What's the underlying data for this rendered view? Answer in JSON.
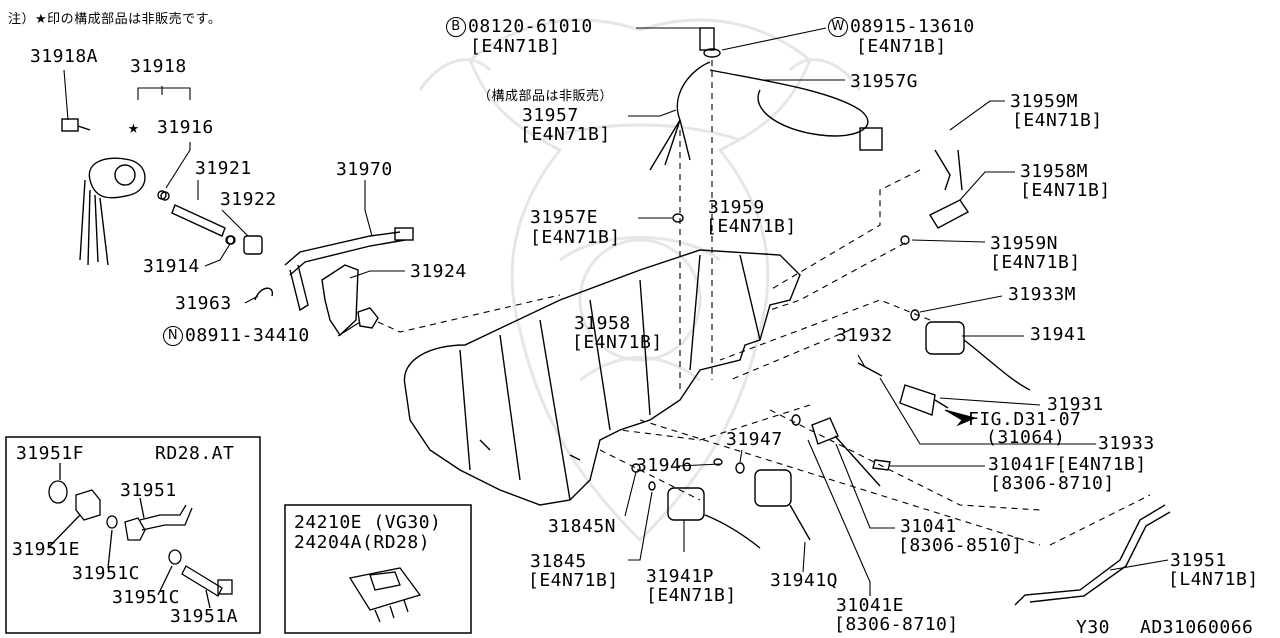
{
  "note": "注）★印の構成部品は非販売です。",
  "sub_note": "（構成部品は非販売）",
  "star": "★",
  "bolt_marks": {
    "B": "B",
    "W": "W",
    "N": "N"
  },
  "parts": {
    "p31918A": "31918A",
    "p31918": "31918",
    "p31916": "31916",
    "p31921": "31921",
    "p31922": "31922",
    "p31914": "31914",
    "p31970": "31970",
    "p31924": "31924",
    "p31963": "31963",
    "p08911": "08911-34410",
    "p08120": "08120-61010",
    "p08120_code": "[E4N71B]",
    "p08915": "08915-13610",
    "p08915_code": "[E4N71B]",
    "p31957G": "31957G",
    "p31957": "31957",
    "p31957_code": "[E4N71B]",
    "p31959M": "31959M",
    "p31959M_code": "[E4N71B]",
    "p31958M": "31958M",
    "p31958M_code": "[E4N71B]",
    "p31957E": "31957E",
    "p31957E_code": "[E4N71B]",
    "p31959": "31959",
    "p31959_code": "[E4N71B]",
    "p31959N": "31959N",
    "p31959N_code": "[E4N71B]",
    "p31933M": "31933M",
    "p31941": "31941",
    "p31932": "31932",
    "p31958": "31958",
    "p31958_code": "[E4N71B]",
    "p31931": "31931",
    "fig": "FIG.D31-07",
    "fig_code": "(31064)",
    "p31933": "31933",
    "p31947": "31947",
    "p31946": "31946",
    "p31041F": "31041F[E4N71B]",
    "p31041F_code": "[8306-8710]",
    "p31845N": "31845N",
    "p31041": "31041",
    "p31041_code": "[8306-8510]",
    "p31845": "31845",
    "p31845_code": "[E4N71B]",
    "p31941P": "31941P",
    "p31941P_code": "[E4N71B]",
    "p31941Q": "31941Q",
    "p31041E": "31041E",
    "p31041E_code": "[8306-8710]",
    "p31951": "31951",
    "p31951_code": "[L4N71B]",
    "footer_left": "Y30",
    "footer_right": "AD31060066"
  },
  "inset_rd28": {
    "title": "RD28.AT",
    "p31951F": "31951F",
    "p31951": "31951",
    "p31951E": "31951E",
    "p31951C_a": "31951C",
    "p31951C_b": "31951C",
    "p31951A": "31951A"
  },
  "inset_ecu": {
    "line1": "24210E (VG30)",
    "line2": "24204A(RD28)"
  }
}
